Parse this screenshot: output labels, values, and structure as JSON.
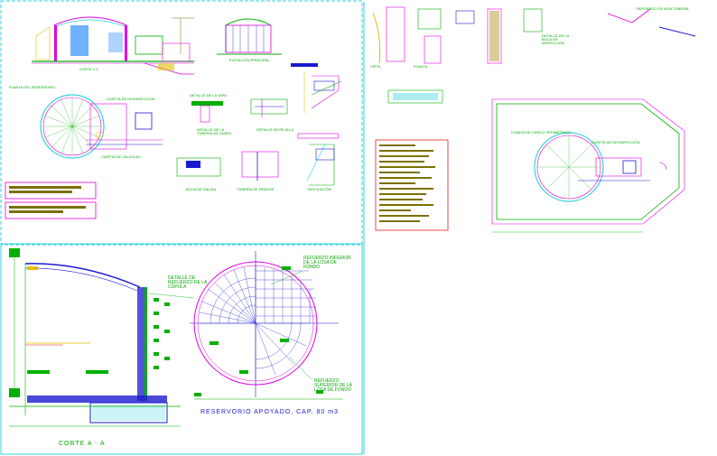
{
  "sheets": {
    "top_left": {
      "section_label": "CORTE 1-1",
      "elevation_label": "ELEVACIÓN PRINCIPAL",
      "plan_label": "PLANTA DEL RESERVORIO",
      "valve_box_label": "CASETA DE DESINFECCIÓN",
      "valve_box_plan_label": "CASETA DE VÁLVULAS",
      "cover_label": "DETALLE DE LA TAPA",
      "pipe_detail_label": "DETALLE DE LA TUBERÍA DE LIMPIA",
      "grate_label": "DETALLE DE REJILLA",
      "slab_label": "BOCA DE SALIDA",
      "ladder_label": "TUBERÍA DE REBOSE",
      "vent_label": "VENTILACIÓN"
    },
    "top_right": {
      "detail_a_label": "PLANTA",
      "detail_b_label": "VISTA",
      "detail_c_label": "DETALLE DE LA BOCA DE INSPECCIÓN",
      "detail_d_label": "REFUERZO EN VIGA TUBERÍA",
      "plan_label": "PLANTA DE CERCO PERIMÉTRICO",
      "valve_label": "CASETA DE DESINFECCIÓN"
    },
    "bottom": {
      "section_title": "CORTE A - A",
      "plan_title": "RESERVORIO APOYADO, CAP. 80 m3",
      "dome_note": "DETALLE DE REFUERZO DE LA CÚPULA",
      "upper_note": "REFUERZO INFERIOR DE LA LOSA DE FONDO",
      "lower_note": "REFUERZO SUPERIOR DE LA LOSA DE FONDO"
    }
  },
  "colors": {
    "cyan": "#2fd2dc",
    "magenta": "#e000e0",
    "green": "#00b000",
    "yellow": "#e0c000",
    "blue": "#1a1ad0",
    "red": "#e02020",
    "olive": "#7a7000"
  }
}
